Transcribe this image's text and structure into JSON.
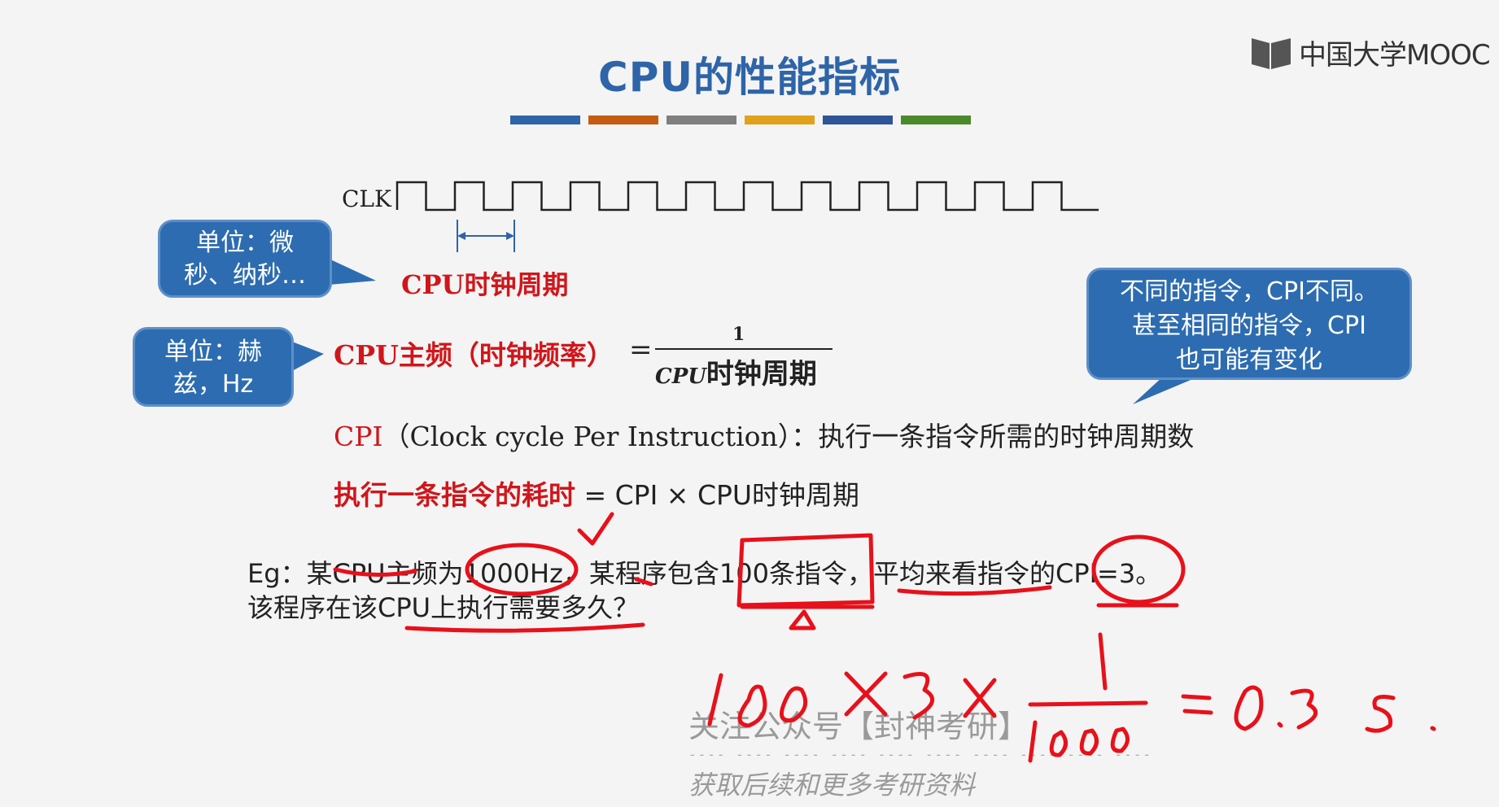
{
  "slide": {
    "title": "CPU的性能指标",
    "accent_colors": [
      "#2e64a8",
      "#c55a11",
      "#7f7f7f",
      "#e0a21a",
      "#2e5597",
      "#4a8a2a"
    ],
    "logo_text": "中国大学MOOC",
    "clk_label": "CLK",
    "period_label": "CPU时钟周期",
    "freq_label": "CPU主频（时钟频率）",
    "freq_equals": "=",
    "fraction_numerator": "1",
    "fraction_denominator_cpu": "CPU",
    "fraction_denominator_rest": "时钟周期",
    "cpi_abbr": "CPI",
    "cpi_definition": "（Clock cycle Per Instruction）：执行一条指令所需的时钟周期数",
    "exec_time_label": "执行一条指令的耗时",
    "exec_time_formula": "= CPI × CPU时钟周期",
    "example_line1": "Eg：某CPU主频为1000Hz，某程序包含100条指令，平均来看指令的CPI=3。",
    "example_line2": "该程序在该CPU上执行需要多久？"
  },
  "callouts": {
    "unit_period": "单位：微\n秒、纳秒…",
    "unit_freq": "单位：赫\n兹，Hz",
    "cpi_note": "不同的指令，CPI不同。\n甚至相同的指令，CPI\n也可能有变化"
  },
  "handwriting": {
    "calculation": "100 × 3 × 1/1000 = 0.3 s.",
    "ink_color": "#e8101a"
  },
  "watermark": {
    "line1": "关注公众号【封神考研】",
    "line2": "获取后续和更多考研资料"
  }
}
